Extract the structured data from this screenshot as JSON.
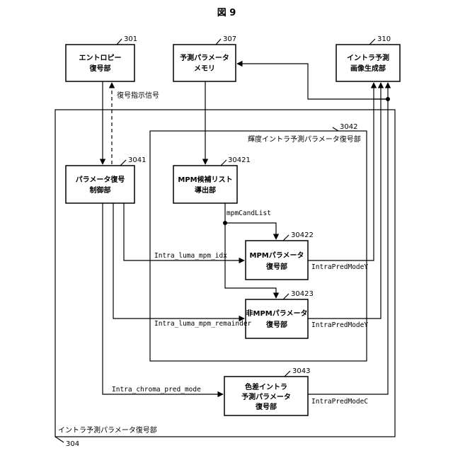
{
  "figure_title": "図 9",
  "blocks": {
    "entropy": {
      "ref": "301",
      "line1": "エントロピー",
      "line2": "復号部"
    },
    "pred_mem": {
      "ref": "307",
      "line1": "予測パラメータ",
      "line2": "メモリ"
    },
    "intra_gen": {
      "ref": "310",
      "line1": "イントラ予測",
      "line2": "画像生成部"
    },
    "param_ctrl": {
      "ref": "3041",
      "line1": "パラメータ復号",
      "line2": "制御部"
    },
    "mpm_list": {
      "ref": "30421",
      "line1": "MPM候補リスト",
      "line2": "導出部"
    },
    "mpm_param": {
      "ref": "30422",
      "line1": "MPMパラメータ",
      "line2": "復号部"
    },
    "non_mpm_param": {
      "ref": "30423",
      "line1": "非MPMパラメータ",
      "line2": "復号部"
    },
    "chroma": {
      "ref": "3043",
      "line1": "色差イントラ",
      "line2": "予測パラメータ",
      "line3": "復号部"
    }
  },
  "frames": {
    "luma": {
      "ref": "3042",
      "label": "輝度イントラ予測パラメータ復号部"
    },
    "outer": {
      "ref": "304",
      "label": "イントラ予測パラメータ復号部"
    }
  },
  "signals": {
    "decode_instruction": "復号指示信号",
    "mpm_cand_list": "mpmCandList",
    "luma_mpm_idx": "Intra_luma_mpm_idx",
    "luma_mpm_remainder": "Intra_luma_mpm_remainder",
    "chroma_pred_mode": "Intra_chroma_pred_mode",
    "pred_mode_y_1": "IntraPredModeY",
    "pred_mode_y_2": "IntraPredModeY",
    "pred_mode_c": "IntraPredModeC"
  }
}
